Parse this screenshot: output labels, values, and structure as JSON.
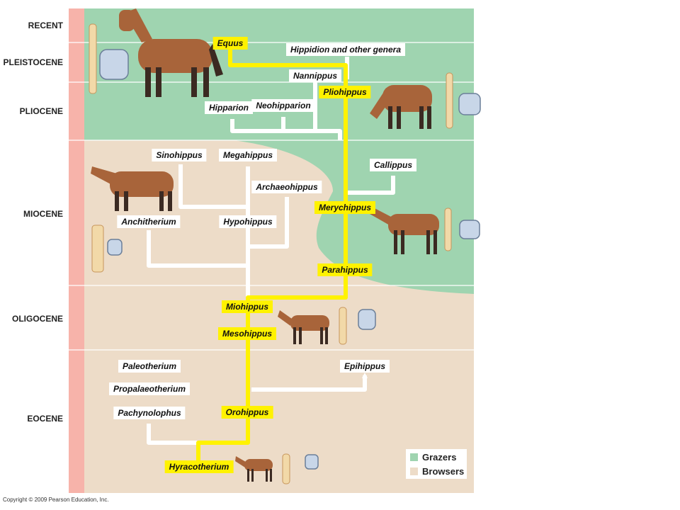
{
  "epochs": [
    "RECENT",
    "PLEISTOCENE",
    "PLIOCENE",
    "MIOCENE",
    "OLIGOCENE",
    "EOCENE"
  ],
  "genera": {
    "equus": "Equus",
    "hippidion": "Hippidion and other genera",
    "nannippus": "Nannippus",
    "pliohippus": "Pliohippus",
    "hipparion": "Hipparion",
    "neohipparion": "Neohipparion",
    "sinohippus": "Sinohippus",
    "megahippus": "Megahippus",
    "callippus": "Callippus",
    "archaeohippus": "Archaeohippus",
    "merychippus": "Merychippus",
    "anchitherium": "Anchitherium",
    "hypohippus": "Hypohippus",
    "parahippus": "Parahippus",
    "miohippus": "Miohippus",
    "mesohippus": "Mesohippus",
    "paleotherium": "Paleotherium",
    "epihippus": "Epihippus",
    "propalaeotherium": "Propalaeotherium",
    "pachynolophus": "Pachynolophus",
    "orohippus": "Orohippus",
    "hyracotherium": "Hyracotherium"
  },
  "legend": {
    "grazers": "Grazers",
    "browsers": "Browsers"
  },
  "copyright": "Copyright © 2009 Pearson Education, Inc.",
  "colors": {
    "grazers": "#9fd4b0",
    "browsers": "#eddcc8",
    "main_line": "#fff200",
    "side_branch": "#ffffff",
    "time_bar": "#f7b3aa",
    "horse_coat": "#a8643a"
  }
}
